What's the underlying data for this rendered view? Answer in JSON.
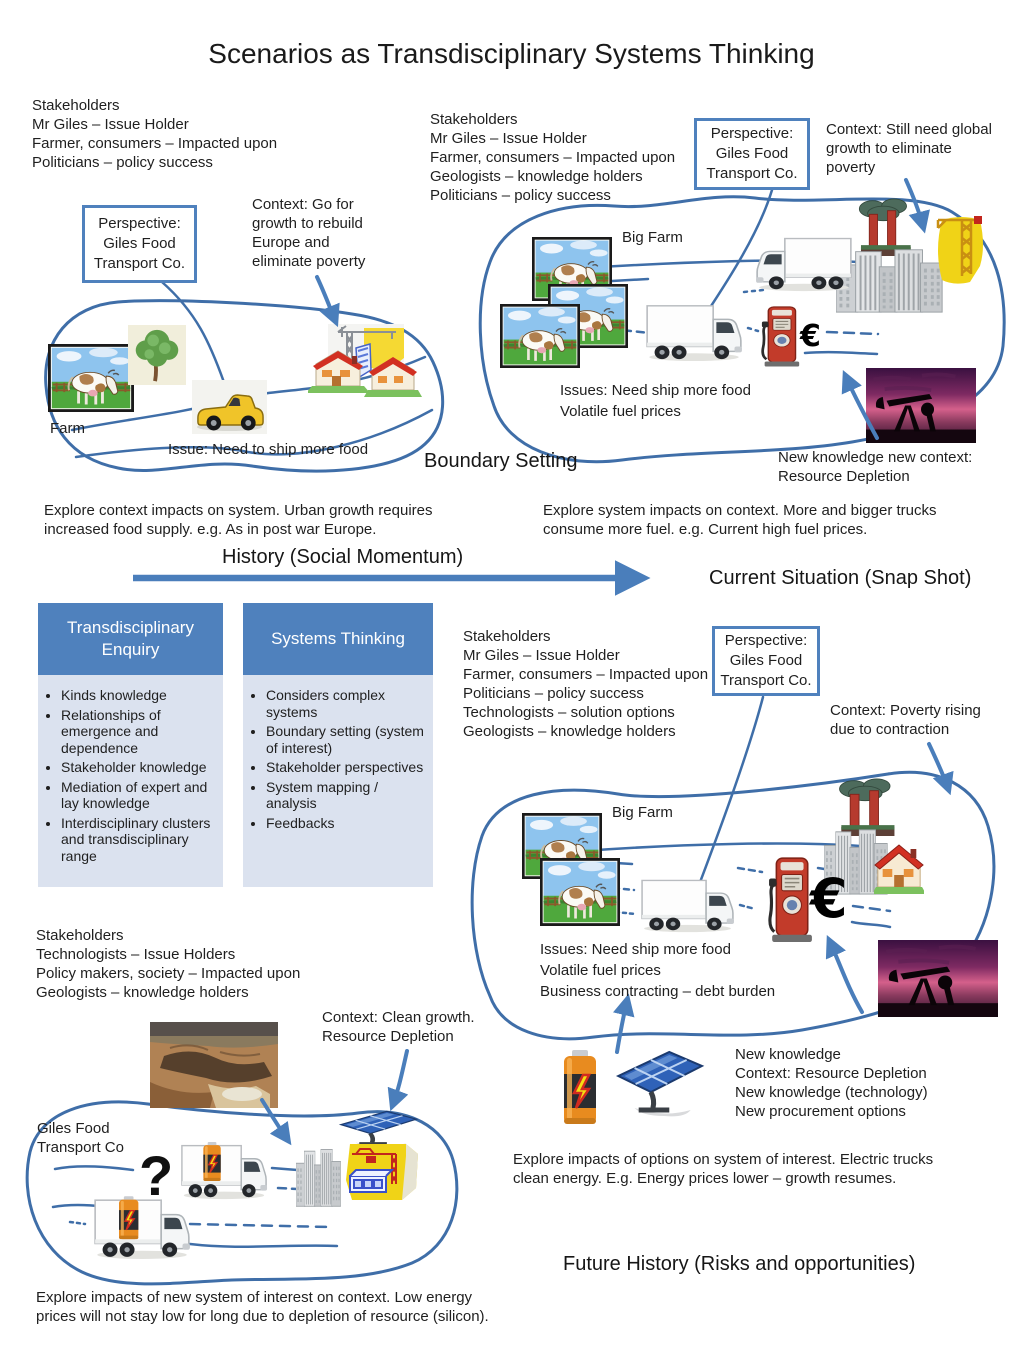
{
  "title": "Scenarios as Transdisciplinary Systems Thinking",
  "colors": {
    "accent_blue": "#4F81BD",
    "blob_stroke": "#3F6EA8",
    "arrow_blue": "#4A7EBB",
    "card_body": "#DBE2EF"
  },
  "scene_past": {
    "stakeholders": "Stakeholders\nMr Giles – Issue Holder\nFarmer, consumers – Impacted upon\nPoliticians – policy success",
    "perspective": "Perspective:\nGiles Food\nTransport Co.",
    "context": "Context: Go for\ngrowth to rebuild\nEurope and\neliminate poverty",
    "farm_label": "Farm",
    "issue": "Issue: Need to ship more food"
  },
  "scene_snapshot": {
    "stakeholders": "Stakeholders\nMr Giles – Issue Holder\nFarmer, consumers – Impacted upon\nGeologists – knowledge holders\nPoliticians – policy success",
    "perspective": "Perspective:\nGiles Food\nTransport Co.",
    "context": "Context: Still need global\ngrowth to eliminate\npoverty",
    "big_farm_label": "Big Farm",
    "issues": "Issues: Need ship more food\nVolatile fuel prices",
    "euro": "€",
    "new_knowledge": "New knowledge new  context:\nResource Depletion",
    "boundary_label": "Boundary Setting"
  },
  "middle": {
    "explore_left": "Explore context  impacts on system. Urban growth requires\nincreased food supply. e.g. As in post war Europe.",
    "explore_right": "Explore system  impacts on context. More and bigger trucks\nconsume more fuel. e.g. Current high fuel prices.",
    "history_label": "History (Social Momentum)",
    "current_situation_label": "Current Situation (Snap Shot)"
  },
  "cards": [
    {
      "title": "Transdisciplinary\nEnquiry",
      "bullets": [
        "Kinds knowledge",
        "Relationships of emergence and dependence",
        "Stakeholder knowledge",
        "Mediation of expert and lay knowledge",
        "Interdisciplinary clusters  and transdisciplinary range"
      ]
    },
    {
      "title": "Systems Thinking",
      "bullets": [
        "Considers complex systems",
        "Boundary setting (system of interest)",
        "Stakeholder perspectives",
        "System  mapping / analysis",
        "Feedbacks"
      ]
    }
  ],
  "scene_current": {
    "stakeholders": "Stakeholders\nMr Giles – Issue Holder\nFarmer, consumers – Impacted upon\nPoliticians – policy success\nTechnologists – solution options\nGeologists – knowledge holders",
    "perspective": "Perspective:\nGiles Food\nTransport Co.",
    "context": "Context: Poverty rising\ndue to contraction",
    "big_farm_label": "Big Farm",
    "issues": "Issues: Need ship more food\nVolatile fuel prices\nBusiness contracting – debt burden",
    "euro": "€"
  },
  "scene_future": {
    "stakeholders": "Stakeholders\nTechnologists – Issue Holders\nPolicy makers, society – Impacted upon\nGeologists – knowledge holders",
    "context": "Context: Clean growth.\nResource Depletion",
    "company_label": "Giles Food\nTransport Co",
    "question_mark": "?",
    "new_knowledge": "New knowledge\nContext: Resource Depletion\nNew knowledge (technology)\nNew procurement options",
    "explore_options": "Explore impacts of options on system of interest. Electric trucks\nclean energy. E.g. Energy prices lower – growth resumes.",
    "future_history_label": "Future History (Risks and opportunities)",
    "explore_new_system": "Explore impacts of new system of interest on context.  Low energy\nprices  will not stay low for long  due to depletion of resource (silicon)."
  }
}
